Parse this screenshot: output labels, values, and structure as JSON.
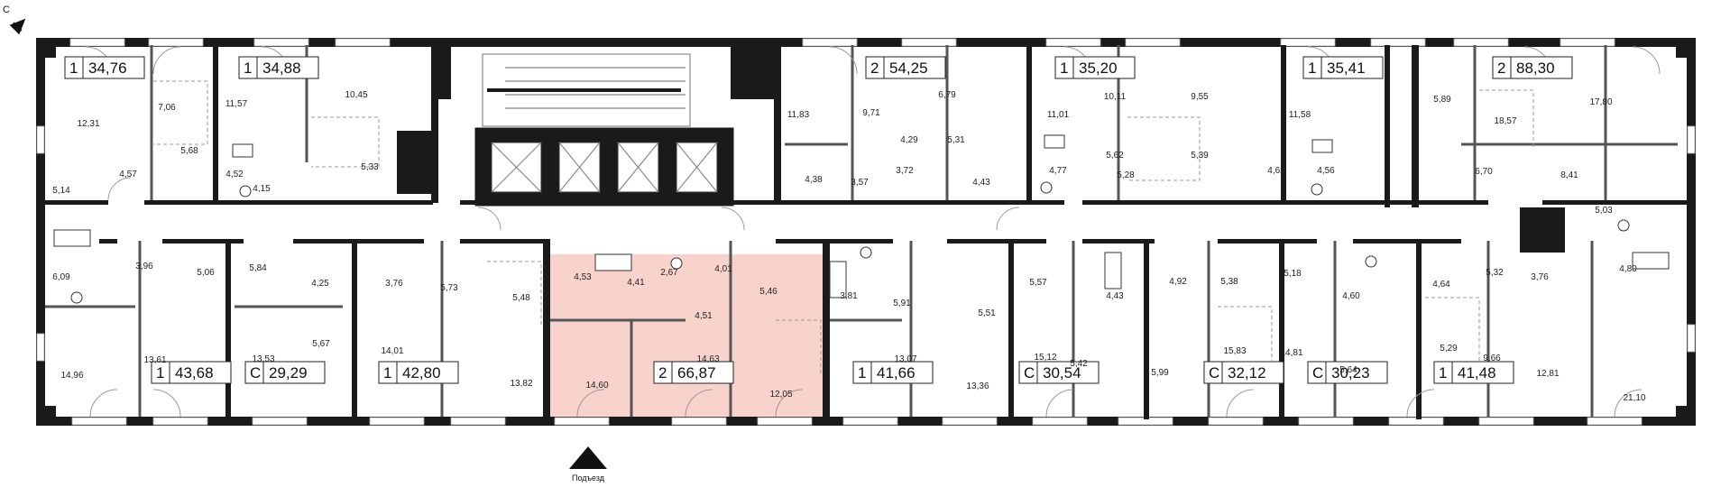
{
  "compass": {
    "label": "С"
  },
  "entrance": {
    "label": "Подъезд"
  },
  "highlight_color": "#f7d3cc",
  "apartments": [
    {
      "rooms": "1",
      "area": "34,76"
    },
    {
      "rooms": "1",
      "area": "34,88"
    },
    {
      "rooms": "2",
      "area": "54,25"
    },
    {
      "rooms": "1",
      "area": "35,20"
    },
    {
      "rooms": "1",
      "area": "35,41"
    },
    {
      "rooms": "2",
      "area": "88,30"
    },
    {
      "rooms": "1",
      "area": "43,68"
    },
    {
      "rooms": "С",
      "area": "29,29"
    },
    {
      "rooms": "1",
      "area": "42,80"
    },
    {
      "rooms": "2",
      "area": "66,87",
      "highlighted": true
    },
    {
      "rooms": "1",
      "area": "41,66"
    },
    {
      "rooms": "С",
      "area": "30,54"
    },
    {
      "rooms": "С",
      "area": "32,12"
    },
    {
      "rooms": "С",
      "area": "30,23"
    },
    {
      "rooms": "1",
      "area": "41,48"
    }
  ],
  "room_areas": [
    "12,31",
    "7,06",
    "5,68",
    "4,57",
    "5,14",
    "11,57",
    "4,52",
    "4,15",
    "10,45",
    "5,33",
    "11,83",
    "9,71",
    "6,79",
    "4,29",
    "5,31",
    "4,38",
    "3,57",
    "3,72",
    "4,43",
    "11,01",
    "4,77",
    "10,11",
    "5,62",
    "5,28",
    "9,55",
    "5,39",
    "11,58",
    "4,62",
    "4,56",
    "5,89",
    "18,57",
    "17,80",
    "6,70",
    "8,41",
    "5,03",
    "6,09",
    "3,96",
    "5,06",
    "13,61",
    "14,96",
    "5,84",
    "4,25",
    "13,53",
    "5,67",
    "3,76",
    "5,73",
    "14,01",
    "5,48",
    "13,82",
    "4,53",
    "4,41",
    "2,67",
    "4,01",
    "5,46",
    "4,51",
    "14,63",
    "14,60",
    "12,05",
    "3,81",
    "5,91",
    "13,07",
    "5,51",
    "13,36",
    "5,57",
    "4,43",
    "15,12",
    "5,42",
    "4,92",
    "5,38",
    "5,99",
    "15,83",
    "5,18",
    "4,60",
    "14,81",
    "5,64",
    "4,64",
    "5,32",
    "3,76",
    "5,29",
    "9,66",
    "12,81",
    "21,10",
    "4,80"
  ]
}
